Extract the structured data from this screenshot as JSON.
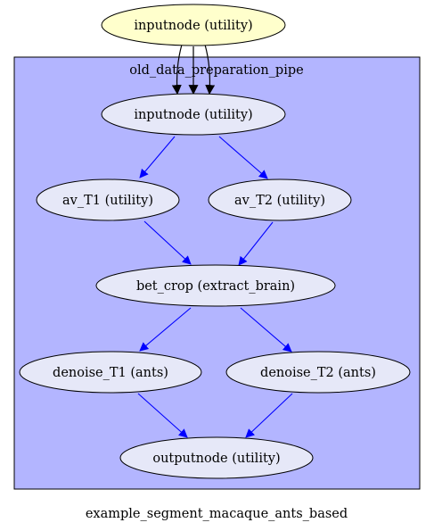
{
  "graph": {
    "label": "example_segment_macaque_ants_based",
    "cluster": {
      "label": "old_data_preparation_pipe",
      "fill": "#b3b5ff"
    },
    "colors": {
      "outer_node_fill": "#ffffcc",
      "inner_node_fill": "#e6e8f8",
      "inner_edge": "#0000ff",
      "outer_edge": "#000000"
    },
    "nodes": {
      "top_input": {
        "label": "inputnode (utility)"
      },
      "inner_input": {
        "label": "inputnode (utility)"
      },
      "av_t1": {
        "label": "av_T1 (utility)"
      },
      "av_t2": {
        "label": "av_T2 (utility)"
      },
      "bet_crop": {
        "label": "bet_crop (extract_brain)"
      },
      "denoise_t1": {
        "label": "denoise_T1 (ants)"
      },
      "denoise_t2": {
        "label": "denoise_T2 (ants)"
      },
      "outputnode": {
        "label": "outputnode (utility)"
      }
    },
    "edges": [
      {
        "from": "top_input",
        "to": "inner_input",
        "count": 3
      },
      {
        "from": "inner_input",
        "to": "av_t1"
      },
      {
        "from": "inner_input",
        "to": "av_t2"
      },
      {
        "from": "av_t1",
        "to": "bet_crop"
      },
      {
        "from": "av_t2",
        "to": "bet_crop"
      },
      {
        "from": "bet_crop",
        "to": "denoise_t1"
      },
      {
        "from": "bet_crop",
        "to": "denoise_t2"
      },
      {
        "from": "denoise_t1",
        "to": "outputnode"
      },
      {
        "from": "denoise_t2",
        "to": "outputnode"
      }
    ]
  }
}
